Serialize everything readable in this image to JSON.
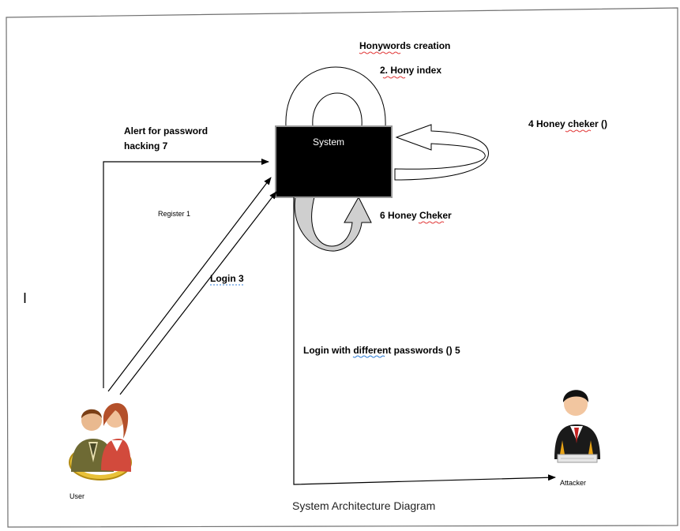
{
  "diagram": {
    "system_label": "System",
    "honeywords_creation": "Honywords creation",
    "hony_index": "2. Hony index",
    "honey_checker_4": "4 Honey cheker ()",
    "honey_checker_6": "6 Honey Cheker",
    "alert_line1": "Alert  for password",
    "alert_line2": "hacking  7",
    "register": "Register 1",
    "login": "Login  3",
    "login_different": "Login with different  passwords ()   5",
    "user_label": "User",
    "attacker_label": "Attacker",
    "caption": "System Architecture Diagram",
    "stray_mark": "I"
  }
}
